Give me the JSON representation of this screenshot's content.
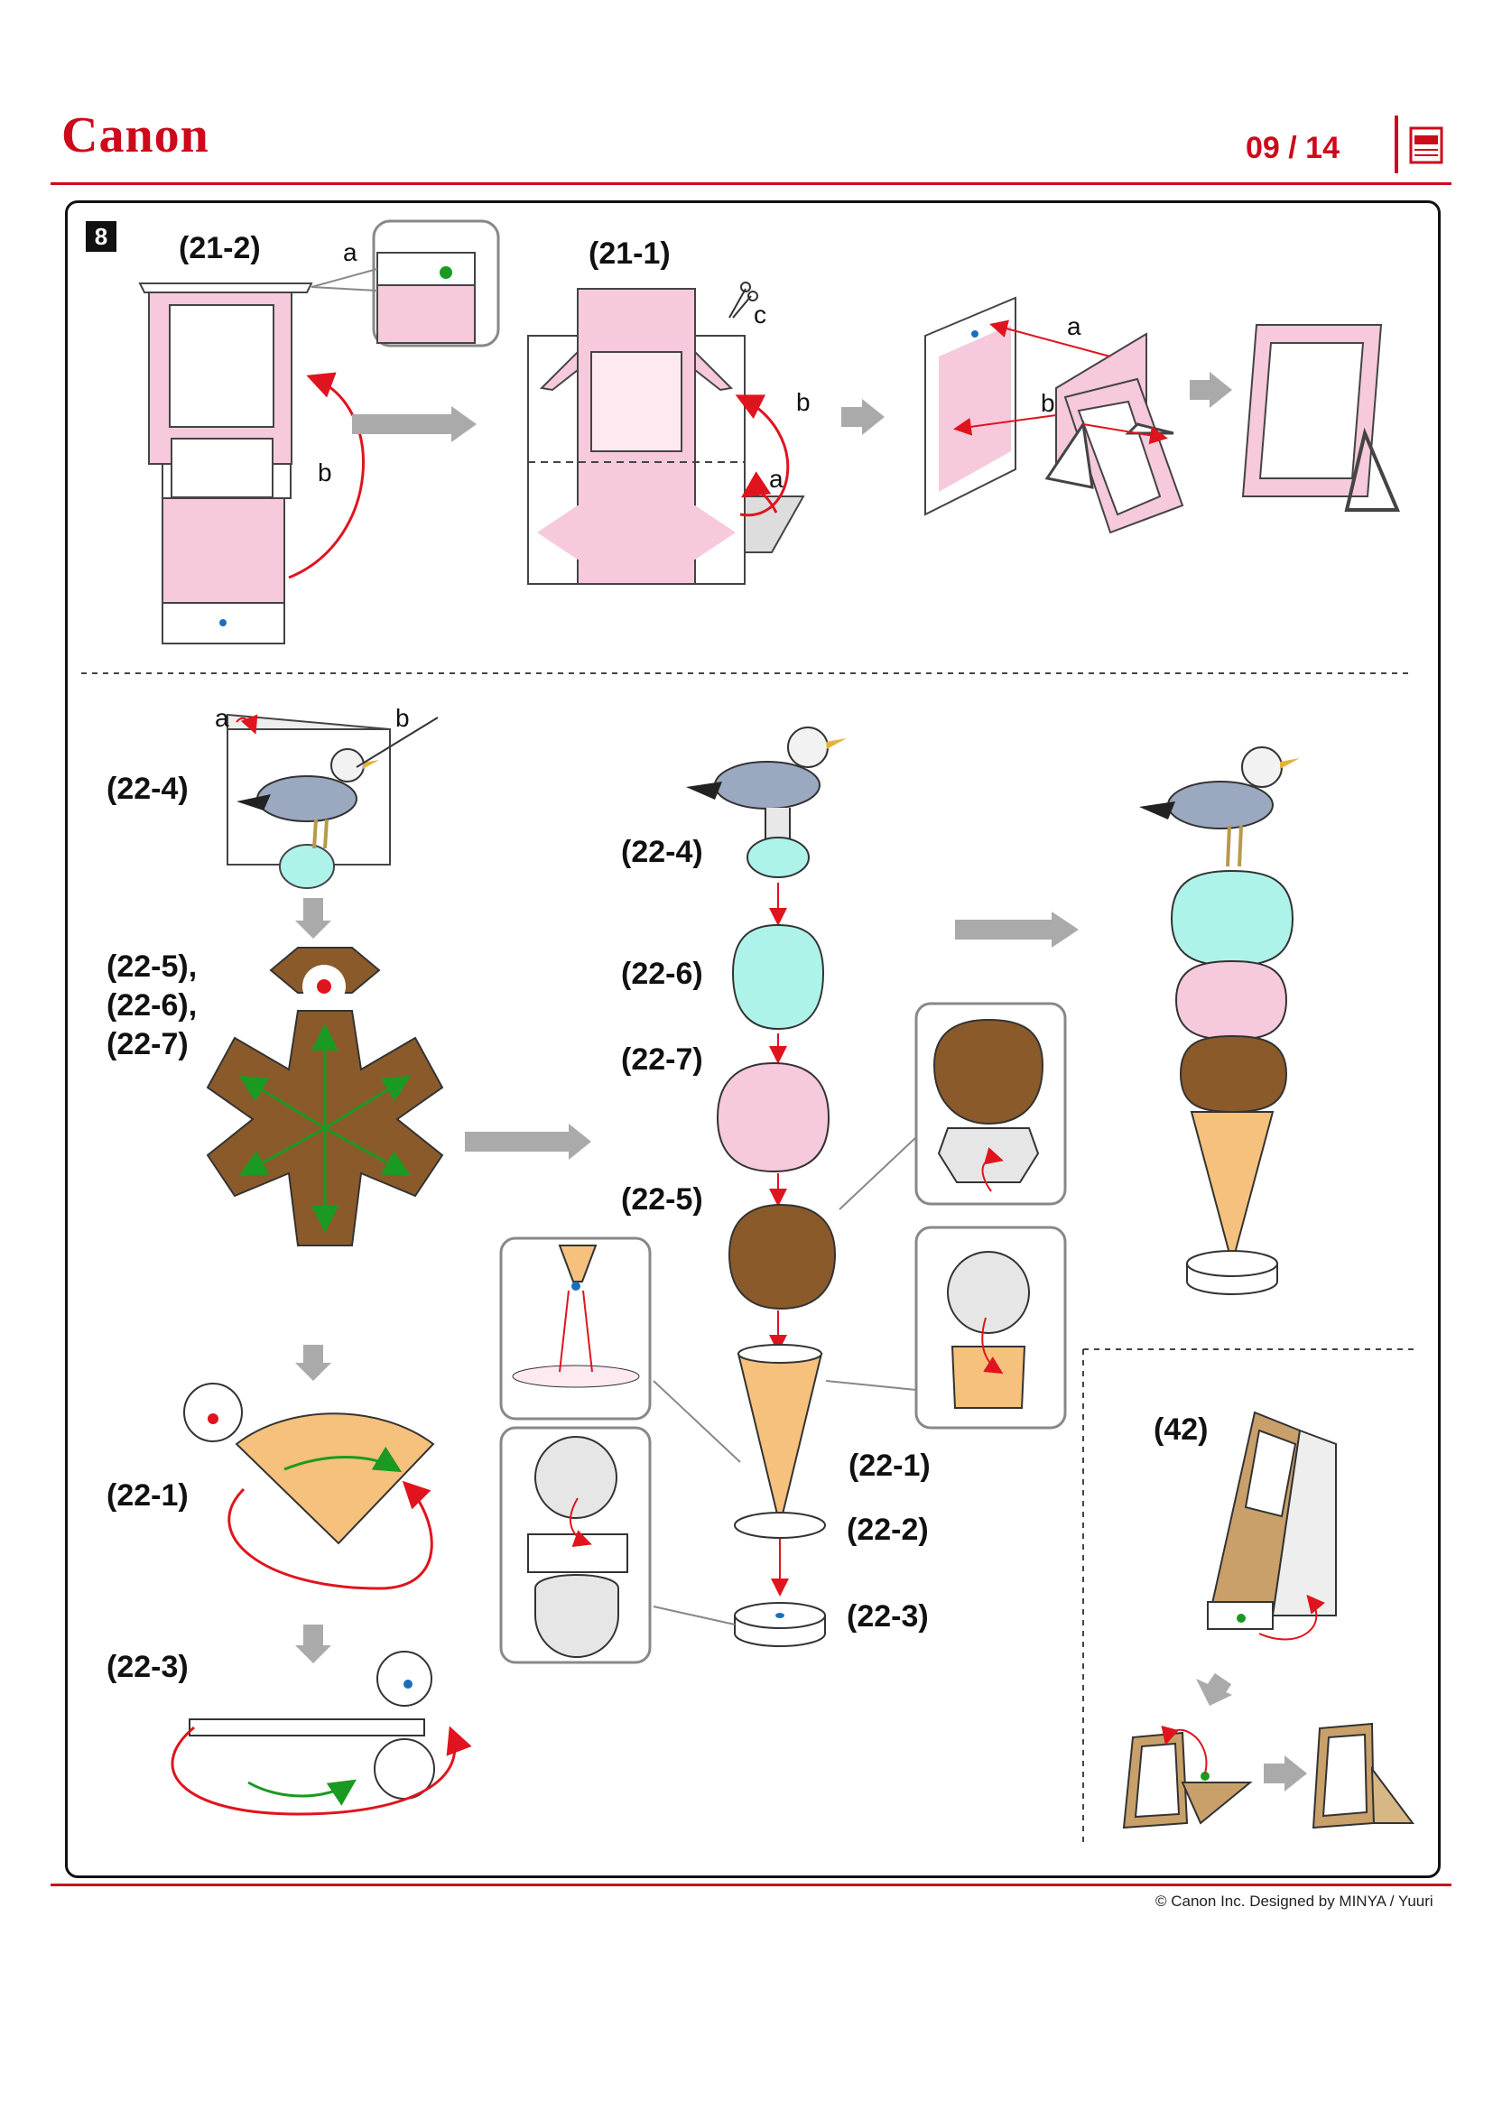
{
  "header": {
    "brand": "Canon",
    "page_indicator": "09 / 14"
  },
  "step": {
    "number": "8"
  },
  "labels": {
    "p21_2": "(21-2)",
    "p21_1": "(21-1)",
    "p22_4a": "(22-4)",
    "p22_567": [
      "(22-5),",
      "(22-6),",
      "(22-7)"
    ],
    "p22_1a": "(22-1)",
    "p22_3a": "(22-3)",
    "p22_4b": "(22-4)",
    "p22_6": "(22-6)",
    "p22_7": "(22-7)",
    "p22_5": "(22-5)",
    "p22_1b": "(22-1)",
    "p22_2": "(22-2)",
    "p22_3b": "(22-3)",
    "p42": "(42)"
  },
  "letters": {
    "a": "a",
    "b": "b",
    "c": "c"
  },
  "footer": {
    "copyright": "© Canon Inc. Designed by MINYA / Yuuri"
  },
  "colors": {
    "brand_red": "#cc0a1b",
    "pink": "#f6c9dc",
    "mint": "#aef3e9",
    "brown": "#8b5a2b",
    "cone": "#f5c17c",
    "kraft": "#c9a06a"
  }
}
